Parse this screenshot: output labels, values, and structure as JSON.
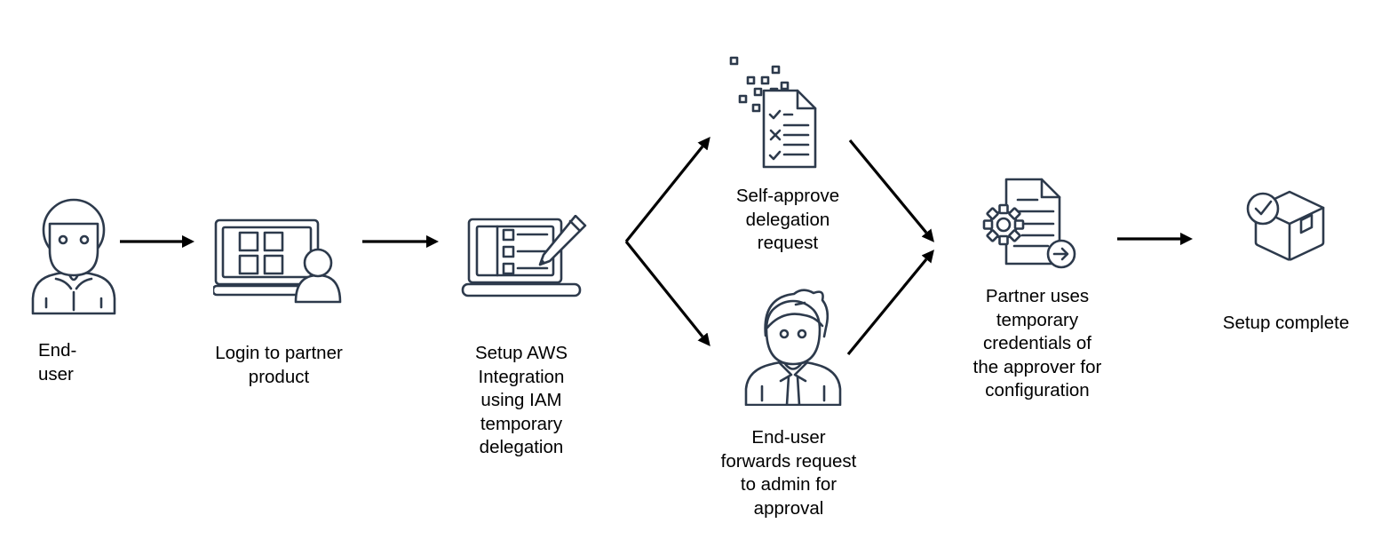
{
  "diagram": {
    "background": "#ffffff",
    "icon_stroke_color": "#2d3a4c",
    "arrow_color": "#000000",
    "text_color": "#000000",
    "nodes": [
      {
        "id": "end-user",
        "icon": "end-user-icon",
        "label": "End-\nuser"
      },
      {
        "id": "login-partner-product",
        "icon": "laptop-apps-user-icon",
        "label": "Login to partner\nproduct"
      },
      {
        "id": "setup-aws-integration",
        "icon": "laptop-checklist-pencil-icon",
        "label": "Setup AWS\nIntegration\nusing IAM\ntemporary\ndelegation"
      },
      {
        "id": "self-approve",
        "icon": "approval-document-icon",
        "label": "Self-approve\ndelegation\nrequest"
      },
      {
        "id": "forward-to-admin",
        "icon": "admin-user-icon",
        "label": "End-user\nforwards request\nto admin for\napproval"
      },
      {
        "id": "partner-credentials",
        "icon": "document-gear-arrow-icon",
        "label": "Partner uses\ntemporary\ncredentials of\nthe approver for\nconfiguration"
      },
      {
        "id": "setup-complete",
        "icon": "package-check-icon",
        "label": "Setup complete"
      }
    ],
    "edges": [
      {
        "from": "end-user",
        "to": "login-partner-product"
      },
      {
        "from": "login-partner-product",
        "to": "setup-aws-integration"
      },
      {
        "from": "setup-aws-integration",
        "to": "self-approve"
      },
      {
        "from": "setup-aws-integration",
        "to": "forward-to-admin"
      },
      {
        "from": "self-approve",
        "to": "partner-credentials"
      },
      {
        "from": "forward-to-admin",
        "to": "partner-credentials"
      },
      {
        "from": "partner-credentials",
        "to": "setup-complete"
      }
    ]
  }
}
